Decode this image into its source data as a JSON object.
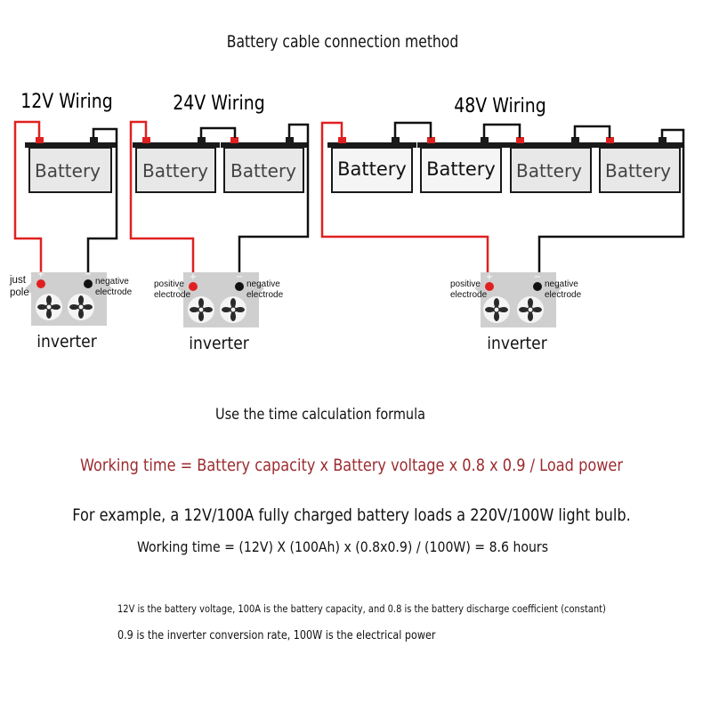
{
  "title": "Battery cable connection method",
  "groups": {
    "g12": {
      "label": "12V Wiring",
      "batteries": [
        "Battery"
      ],
      "inverter": {
        "label": "inverter",
        "positive": "just\npole",
        "negative": "negative\nelectrode"
      }
    },
    "g24": {
      "label": "24V Wiring",
      "batteries": [
        "Battery",
        "Battery"
      ],
      "inverter": {
        "label": "inverter",
        "positive": "positive\nelectrode",
        "negative": "negative\nelectrode"
      }
    },
    "g48": {
      "label": "48V Wiring",
      "batteries": [
        "Battery",
        "Battery",
        "Battery",
        "Battery"
      ],
      "inverter": {
        "label": "inverter",
        "positive": "positive\nelectrode",
        "negative": "negative\nelectrode"
      }
    }
  },
  "terminal_symbols": {
    "plus": "+",
    "minus": "−"
  },
  "colors": {
    "positive_wire": "#e02020",
    "negative_wire": "#111111",
    "battery_fill": "#e8e8e8",
    "formula": "#9b2b2f"
  },
  "formula_heading": "Use the time calculation formula",
  "formula": "Working time = Battery capacity x Battery voltage x 0.8 x 0.9 / Load power",
  "example": "For example, a 12V/100A fully charged battery loads a 220V/100W light bulb.",
  "calculation": "Working time = (12V) X (100Ah) x (0.8x0.9) / (100W) = 8.6 hours",
  "notes": [
    "12V is the battery voltage, 100A is the battery capacity, and 0.8 is the battery discharge coefficient (constant)",
    "0.9 is the inverter conversion rate, 100W is the electrical power"
  ]
}
